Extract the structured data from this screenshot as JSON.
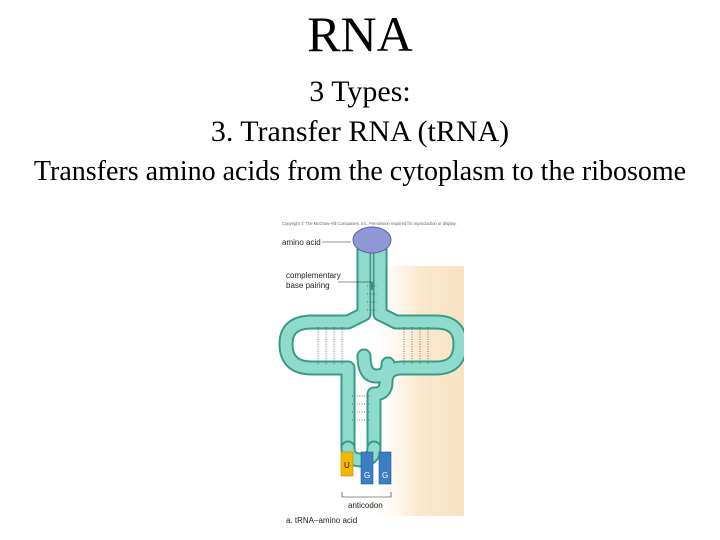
{
  "slide": {
    "title": "RNA",
    "subtitle": "3 Types:",
    "heading": "3. Transfer RNA (tRNA)",
    "description": "Transfers amino acids from the cytoplasm to the ribosome"
  },
  "figure": {
    "copyright": "Copyright © The McGraw-Hill Companies, Inc. Permission required for reproduction or display.",
    "label_amino_acid": "amino acid",
    "label_complementary": "complementary",
    "label_base_pairing": "base pairing",
    "base_u": "U",
    "base_g1": "G",
    "base_g2": "G",
    "label_anticodon": "anticodon",
    "caption": "a. tRNA–amino acid",
    "colors": {
      "trna_fill": "#7fd3c4",
      "trna_outline": "#3a9a89",
      "amino_acid": "#8f97d6",
      "base_u": "#f2b700",
      "base_g": "#3c7fc4",
      "background_panel": "#fbe9cf"
    }
  }
}
